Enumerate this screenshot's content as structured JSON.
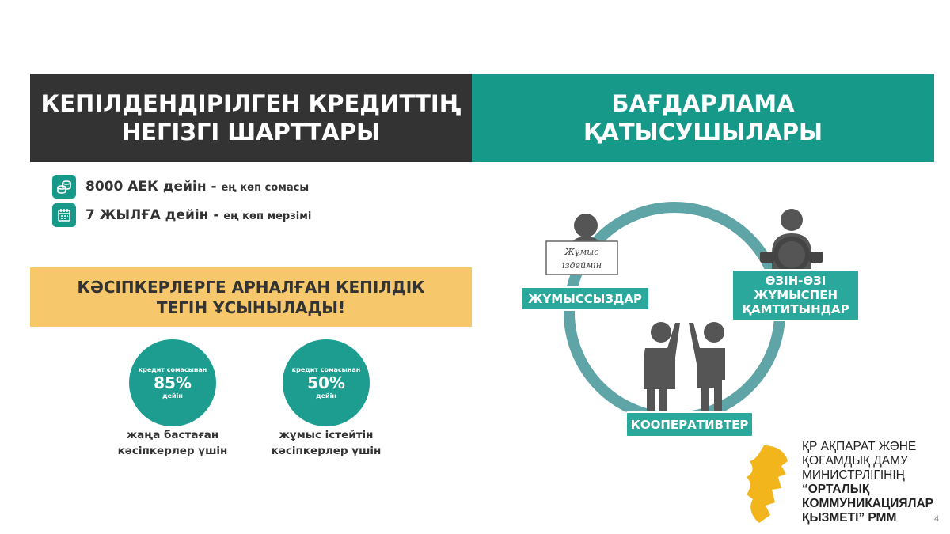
{
  "left_header": {
    "line1": "КЕПІЛДЕНДІРІЛГЕН КРЕДИТТІҢ",
    "line2": "НЕГІЗГІ ШАРТТАРЫ"
  },
  "right_header": {
    "line1": "БАҒДАРЛАМА",
    "line2": "ҚАТЫСУШЫЛАРЫ"
  },
  "conditions": [
    {
      "icon": "coins-icon",
      "main": "8000 АЕК дейін",
      "sep": " - ",
      "sub": "ең көп сомасы"
    },
    {
      "icon": "calendar-icon",
      "main": "7 ЖЫЛҒА дейін",
      "sep": " - ",
      "sub": "ең көп мерзімі"
    }
  ],
  "banner": {
    "line1": "КӘСІПКЕРЛЕРГЕ АРНАЛҒАН КЕПІЛДІК",
    "line2": "ТЕГІН ҰСЫНЫЛАДЫ!"
  },
  "guarantees": [
    {
      "top": "кредит сомасынан",
      "value": "85%",
      "bottom": "дейін",
      "caption1": "жаңа бастаған",
      "caption2": "кәсіпкерлер үшін"
    },
    {
      "top": "кредит сомасынан",
      "value": "50%",
      "bottom": "дейін",
      "caption1": "жұмыс істейтін",
      "caption2": "кәсіпкерлер үшін"
    }
  ],
  "participants": {
    "unemployed": "ЖҰМЫССЫЗДАР",
    "sign1": "Жұмыс",
    "sign2": "іздеймін",
    "self_employed": [
      "ӨЗІН-ӨЗІ",
      "ЖҰМЫСПЕН",
      "ҚАМТИТЫНДАР"
    ],
    "cooperatives": "КООПЕРАТИВТЕР"
  },
  "logo": {
    "l1": "ҚР АҚПАРАТ ЖӘНЕ",
    "l2": "ҚОҒАМДЫҚ ДАМУ",
    "l3": "МИНИСТРЛІГІНІҢ",
    "l4": "“ОРТАЛЫҚ",
    "l5": "КОММУНИКАЦИЯЛАР",
    "l6": "ҚЫЗМЕТІ” РММ"
  },
  "page_number": "4",
  "colors": {
    "teal": "#17998a",
    "dark": "#333333",
    "yellow": "#f6c86b",
    "ring": "#5fa4a6"
  }
}
